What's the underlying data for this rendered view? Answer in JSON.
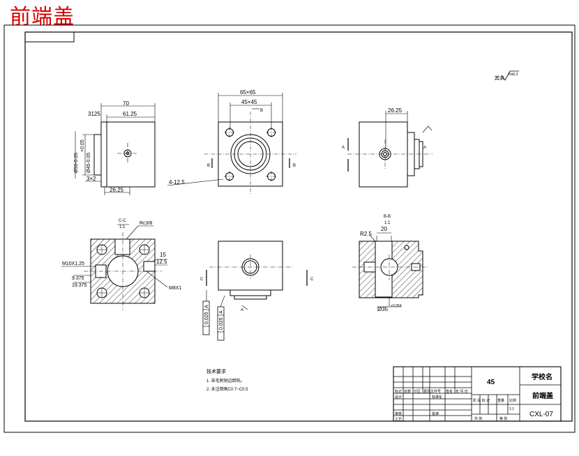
{
  "document_title": "前端盖",
  "surface_mark": "其余",
  "surface_mark_value": "Ra6.3",
  "views": {
    "left": {
      "dims": {
        "width_70": "70",
        "width_6125": "61.25",
        "dim_3125": "3125",
        "dia_50": "Ø50-0.05",
        "tol_pos": "+0.05",
        "dia_45": "Ø45-0.05",
        "chamfer": "3×2",
        "base_2625": "26.25"
      }
    },
    "top_middle": {
      "dims": {
        "outer": "65×65",
        "inner": "45×45",
        "section_b": "B",
        "holes": "4-12.5"
      }
    },
    "right": {
      "dims": {
        "dim_2625": "26.25",
        "section_a": "A"
      }
    },
    "section_cc": {
      "title": "C-C",
      "scale": "1:1",
      "rc": "Rc3/8",
      "m10": "M10X1.25",
      "d15": "15",
      "d125": "12.5",
      "d9375": "9.375",
      "d19375": "19.375",
      "m8": "M8X1"
    },
    "front_middle": {
      "section_c": "C",
      "tol_a_1": "0.025",
      "tol_a_1_ref": "A",
      "tol_a_2": "0.025",
      "tol_a_2_ref": "A",
      "datum": "A"
    },
    "section_bb": {
      "title": "B-B",
      "scale": "1:1",
      "d25": "R2.5",
      "d20": "20",
      "dia35": "Ø35",
      "dia35_tol": "+0.054"
    }
  },
  "notes": {
    "heading": "技术要求",
    "line1": "1. 去毛刺锐边倒钝。",
    "line2": "2. 未注倒角C0.7~C0.5"
  },
  "title_block": {
    "material": "45",
    "school": "学校名",
    "part_name": "前端盖",
    "drawing_no": "CXL-07",
    "row_labels": [
      "标记",
      "设计",
      "审核",
      "工艺"
    ],
    "col_labels": [
      "处数",
      "分区",
      "更改文件号",
      "签名",
      "年 月 日"
    ],
    "mid_labels": [
      "标准化",
      "批准"
    ],
    "stage_labels": [
      "阶 段 标 记",
      "重量",
      "比例"
    ],
    "scale_val": "1:1",
    "sheet_labels": [
      "共 张",
      "第 张"
    ]
  }
}
